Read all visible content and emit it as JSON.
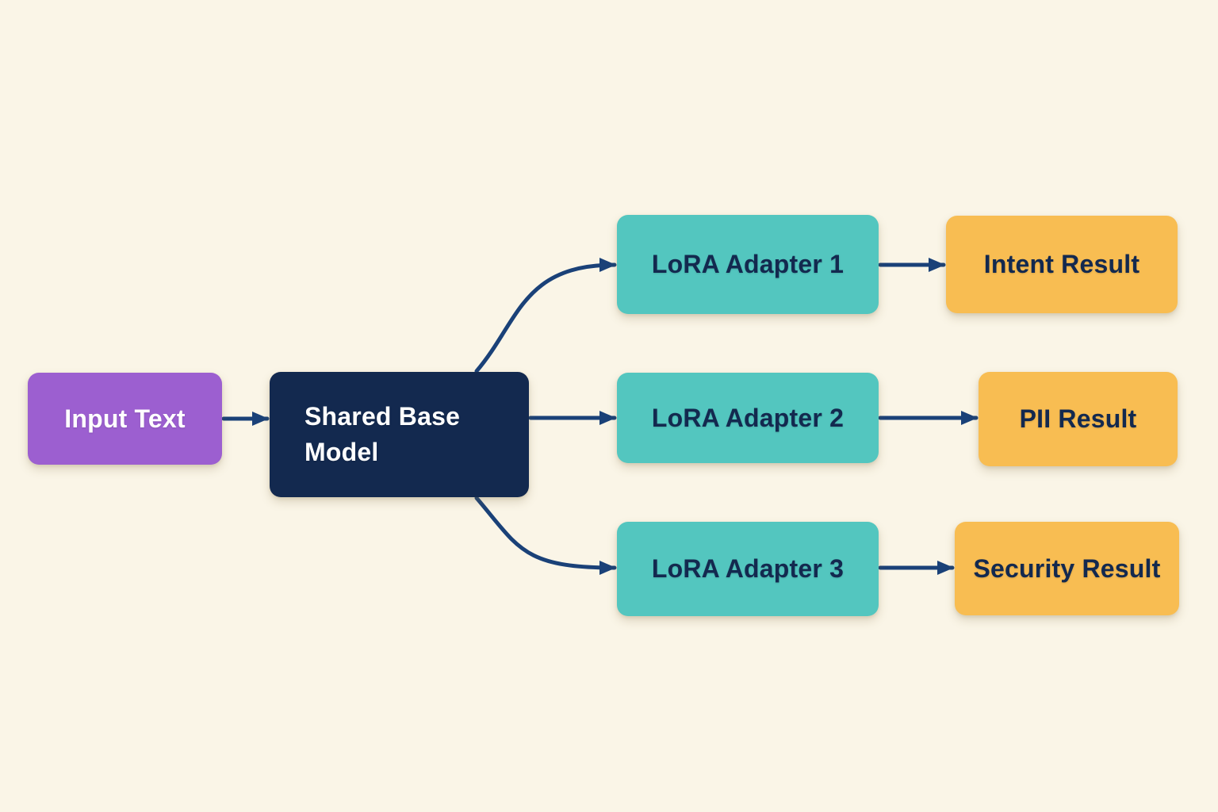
{
  "colors": {
    "background": "#FAF5E7",
    "arrow": "#1A4178",
    "purple": "#9C5FD0",
    "navy": "#13294F",
    "teal": "#53C6BF",
    "amber": "#F8BD52",
    "light_text": "#FFFFFF",
    "dark_text": "#13294F"
  },
  "nodes": {
    "input": {
      "label": "Input Text",
      "bg": "#9C5FD0",
      "text": "#FFFFFF"
    },
    "base": {
      "label": "Shared Base Model",
      "bg": "#13294F",
      "text": "#FFFFFF"
    },
    "adapter1": {
      "label": "LoRA Adapter 1",
      "bg": "#53C6BF",
      "text": "#13294F"
    },
    "adapter2": {
      "label": "LoRA Adapter 2",
      "bg": "#53C6BF",
      "text": "#13294F"
    },
    "adapter3": {
      "label": "LoRA Adapter 3",
      "bg": "#53C6BF",
      "text": "#13294F"
    },
    "result1": {
      "label": "Intent Result",
      "bg": "#F8BD52",
      "text": "#13294F"
    },
    "result2": {
      "label": "PII Result",
      "bg": "#F8BD52",
      "text": "#13294F"
    },
    "result3": {
      "label": "Security Result",
      "bg": "#F8BD52",
      "text": "#13294F"
    }
  },
  "edges": [
    {
      "from": "Input Text",
      "to": "Shared Base Model"
    },
    {
      "from": "Shared Base Model",
      "to": "LoRA Adapter 1"
    },
    {
      "from": "Shared Base Model",
      "to": "LoRA Adapter 2"
    },
    {
      "from": "Shared Base Model",
      "to": "LoRA Adapter 3"
    },
    {
      "from": "LoRA Adapter 1",
      "to": "Intent Result"
    },
    {
      "from": "LoRA Adapter 2",
      "to": "PII Result"
    },
    {
      "from": "LoRA Adapter 3",
      "to": "Security Result"
    }
  ]
}
